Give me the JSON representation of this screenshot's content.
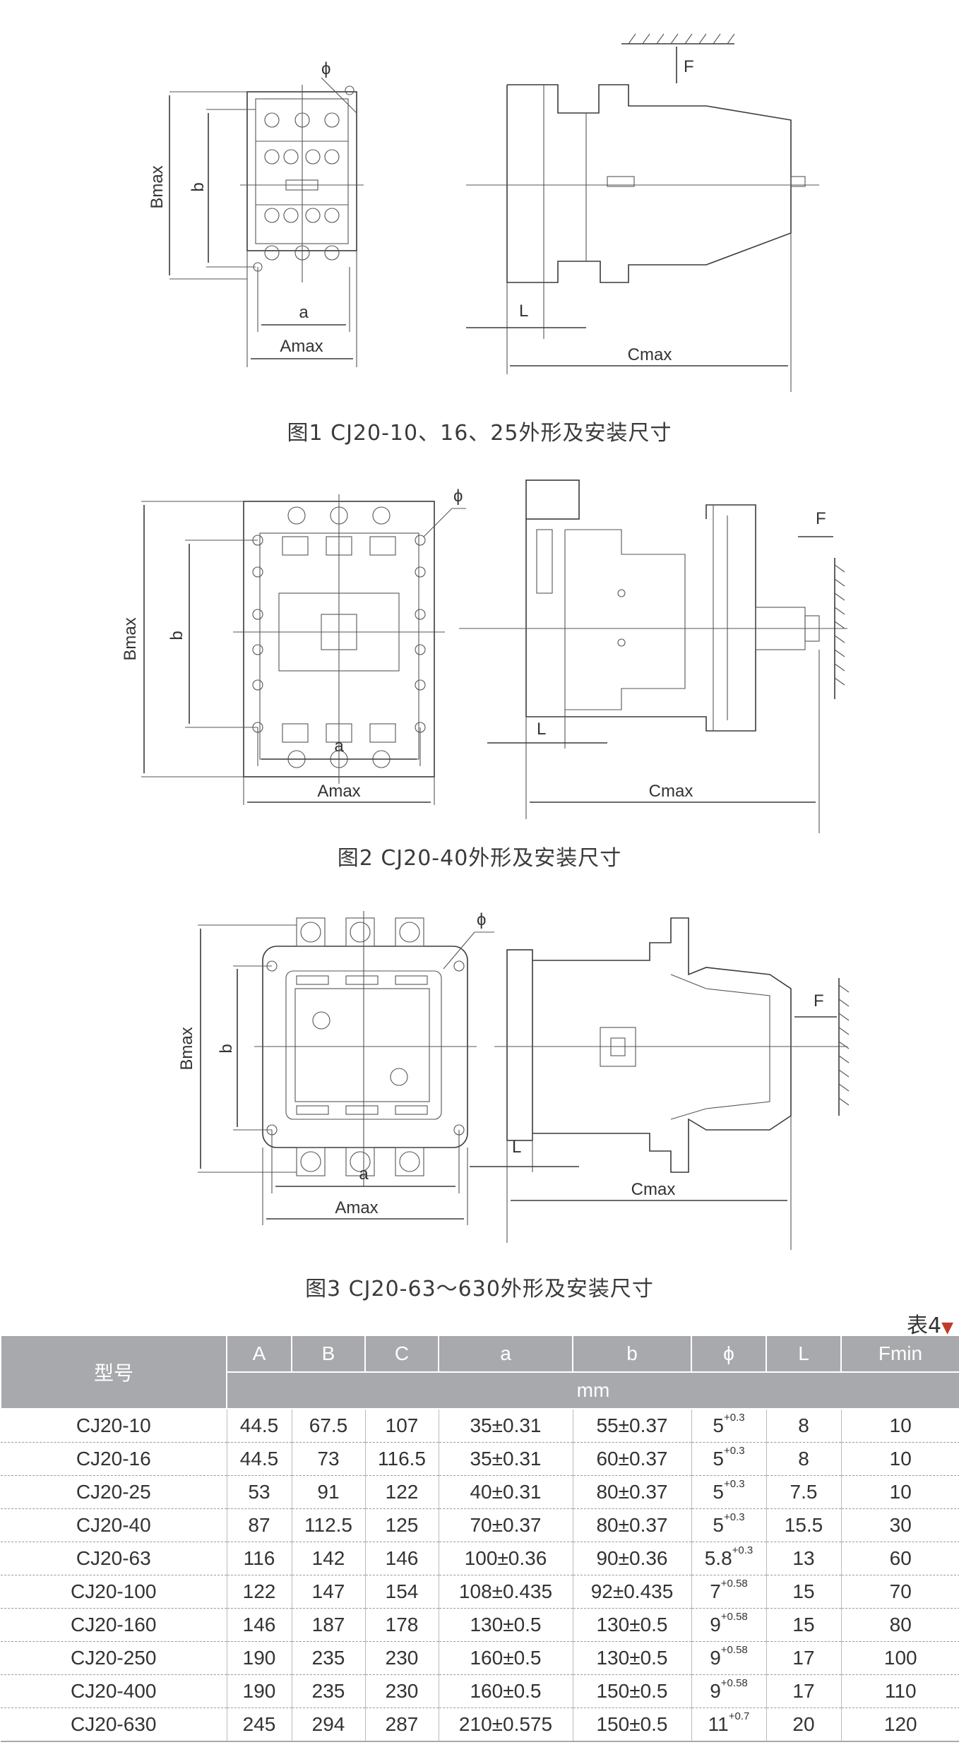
{
  "figures": [
    {
      "caption": "图1 CJ20-10、16、25外形及安装尺寸",
      "labels": {
        "bmax": "Bmax",
        "b": "b",
        "a": "a",
        "amax": "Amax",
        "phi": "ϕ",
        "f": "F",
        "l": "L",
        "cmax": "Cmax"
      }
    },
    {
      "caption": "图2 CJ20-40外形及安装尺寸",
      "labels": {
        "bmax": "Bmax",
        "b": "b",
        "a": "a",
        "amax": "Amax",
        "phi": "ϕ",
        "f": "F",
        "l": "L",
        "cmax": "Cmax"
      }
    },
    {
      "caption": "图3 CJ20-63～630外形及安装尺寸",
      "labels": {
        "bmax": "Bmax",
        "b": "b",
        "a": "a",
        "amax": "Amax",
        "phi": "ϕ",
        "f": "F",
        "l": "L",
        "cmax": "Cmax"
      }
    }
  ],
  "table": {
    "title": "表4",
    "header": {
      "model": "型号",
      "cols": [
        "A",
        "B",
        "C",
        "a",
        "b",
        "ϕ",
        "L",
        "Fmin"
      ],
      "unit": "mm"
    },
    "rows": [
      {
        "model": "CJ20-10",
        "A": "44.5",
        "B": "67.5",
        "C": "107",
        "a": "35±0.31",
        "b": "55±0.37",
        "phi": "5",
        "phi_tol": "+0.3",
        "L": "8",
        "F": "10"
      },
      {
        "model": "CJ20-16",
        "A": "44.5",
        "B": "73",
        "C": "116.5",
        "a": "35±0.31",
        "b": "60±0.37",
        "phi": "5",
        "phi_tol": "+0.3",
        "L": "8",
        "F": "10"
      },
      {
        "model": "CJ20-25",
        "A": "53",
        "B": "91",
        "C": "122",
        "a": "40±0.31",
        "b": "80±0.37",
        "phi": "5",
        "phi_tol": "+0.3",
        "L": "7.5",
        "F": "10"
      },
      {
        "model": "CJ20-40",
        "A": "87",
        "B": "112.5",
        "C": "125",
        "a": "70±0.37",
        "b": "80±0.37",
        "phi": "5",
        "phi_tol": "+0.3",
        "L": "15.5",
        "F": "30"
      },
      {
        "model": "CJ20-63",
        "A": "116",
        "B": "142",
        "C": "146",
        "a": "100±0.36",
        "b": "90±0.36",
        "phi": "5.8",
        "phi_tol": "+0.3",
        "L": "13",
        "F": "60"
      },
      {
        "model": "CJ20-100",
        "A": "122",
        "B": "147",
        "C": "154",
        "a": "108±0.435",
        "b": "92±0.435",
        "phi": "7",
        "phi_tol": "+0.58",
        "L": "15",
        "F": "70"
      },
      {
        "model": "CJ20-160",
        "A": "146",
        "B": "187",
        "C": "178",
        "a": "130±0.5",
        "b": "130±0.5",
        "phi": "9",
        "phi_tol": "+0.58",
        "L": "15",
        "F": "80"
      },
      {
        "model": "CJ20-250",
        "A": "190",
        "B": "235",
        "C": "230",
        "a": "160±0.5",
        "b": "130±0.5",
        "phi": "9",
        "phi_tol": "+0.58",
        "L": "17",
        "F": "100"
      },
      {
        "model": "CJ20-400",
        "A": "190",
        "B": "235",
        "C": "230",
        "a": "160±0.5",
        "b": "150±0.5",
        "phi": "9",
        "phi_tol": "+0.58",
        "L": "17",
        "F": "110"
      },
      {
        "model": "CJ20-630",
        "A": "245",
        "B": "294",
        "C": "287",
        "a": "210±0.575",
        "b": "150±0.5",
        "phi": "11",
        "phi_tol": "+0.7",
        "L": "20",
        "F": "120"
      }
    ]
  }
}
